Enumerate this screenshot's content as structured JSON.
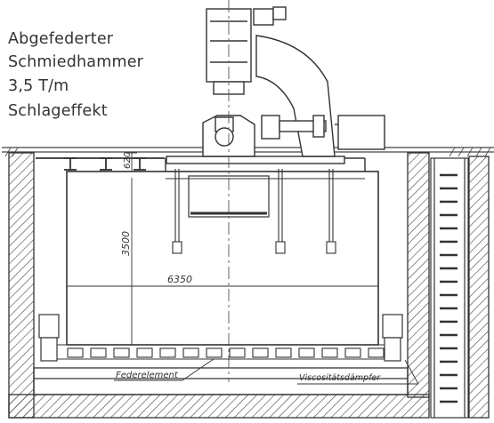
{
  "title": {
    "lines": [
      "Abgefederter",
      "Schmiedhammer",
      "3,5 T/m",
      "Schlageffekt"
    ]
  },
  "dimensions": {
    "height_total": "3500",
    "height_top": "620",
    "width": "6350"
  },
  "labels": {
    "spring_element": "Federelement",
    "viscous_damper": "Viscositätsdämpfer"
  },
  "colors": {
    "ink": "#333333",
    "background": "#ffffff"
  }
}
